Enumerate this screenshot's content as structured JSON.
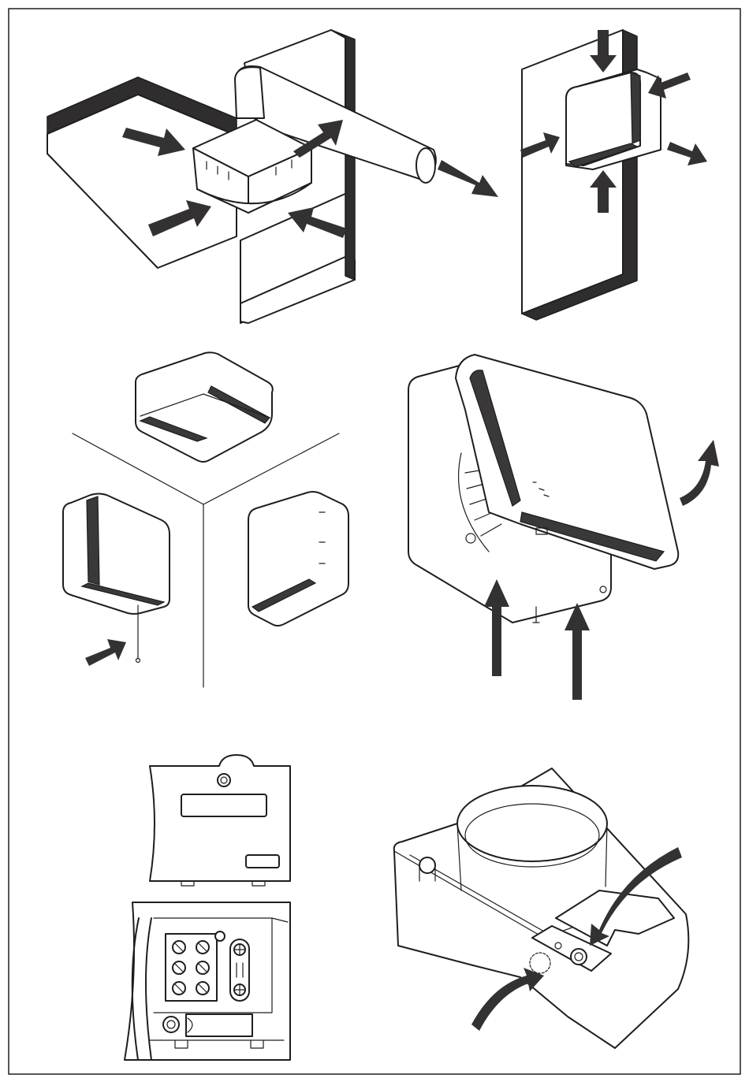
{
  "sheet": {
    "type": "installation-illustration-sheet",
    "text": "",
    "colors": {
      "ink": "#1e1e1e",
      "arrow_fill": "#333132",
      "grille": "#3a3839",
      "paper": "#ffffff"
    },
    "panels": [
      {
        "id": "ceiling-duct-mount",
        "icon": "fan-unit-on-ceiling-duct",
        "arrows": 6
      },
      {
        "id": "wall-mount-airflow",
        "icon": "fan-unit-on-wall",
        "arrows": 6
      },
      {
        "id": "corner-mount-options",
        "icon": "fan-units-ceiling-and-walls",
        "arrows": 1
      },
      {
        "id": "cover-opening",
        "icon": "fan-cover-tilt-open",
        "arrows": 3
      },
      {
        "id": "terminal-block-wiring",
        "icon": "terminal-block",
        "arrows": 0
      },
      {
        "id": "spigot-fixing-bracket",
        "icon": "duct-spigot-bracket",
        "arrows": 2
      }
    ]
  }
}
